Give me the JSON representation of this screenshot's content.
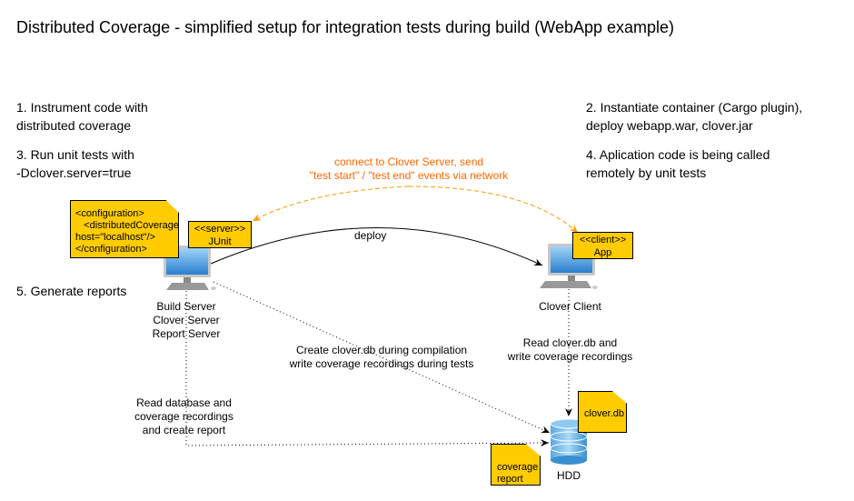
{
  "title": "Distributed Coverage - simplified setup for integration tests during build (WebApp example)",
  "steps": {
    "s1": "1. Instrument code with\ndistributed coverage",
    "s2": "2. Instantiate container (Cargo plugin),\ndeploy webapp.war, clover.jar",
    "s3": "3. Run unit tests with\n-Dclover.server=true",
    "s4": "4. Aplication code is being called\nremotely by unit tests",
    "s5": "5. Generate reports"
  },
  "edges": {
    "connect": "connect to Clover Server, send\n\"test start\" / \"test end\" events via network",
    "deploy": "deploy",
    "create": "Create clover.db during compilation\nwrite coverage recordings during tests",
    "read_client": "Read clover.db and\nwrite coverage recordings",
    "read_report": "Read database and\ncoverage recordings\nand create report"
  },
  "nodes": {
    "build_server": "Build Server\nClover Server\nReport Server",
    "clover_client": "Clover Client",
    "hdd": "HDD",
    "server_box": "<<server>>\nJUnit",
    "client_box": "<<client>>\nApp",
    "config_note": "<configuration>\n   <distributedCoverage\nhost=\"localhost\"/>\n</configuration>",
    "db_note": "clover.db",
    "report_note": "coverage\nreport"
  },
  "colors": {
    "note": "#ffcc00",
    "network": "#ff9900",
    "network_text": "#ff6600"
  }
}
